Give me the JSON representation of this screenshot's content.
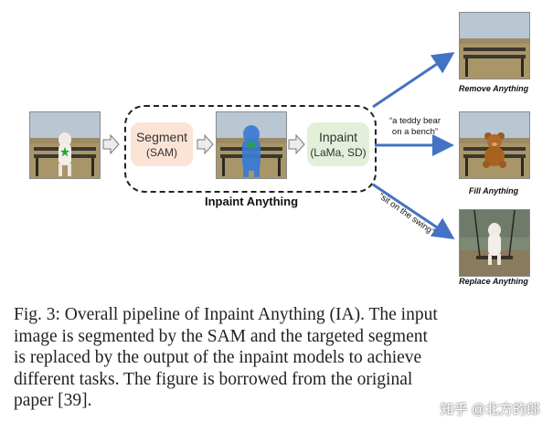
{
  "diagram": {
    "segment_box": {
      "title": "Segment",
      "subtitle": "(SAM)"
    },
    "inpaint_box": {
      "title": "Inpaint",
      "subtitle": "(LaMa, SD)"
    },
    "group_label": "Inpaint Anything",
    "outputs": [
      {
        "label": "Remove Anything",
        "prompt": ""
      },
      {
        "label": "Fill Anything",
        "prompt_line1": "“a teddy bear",
        "prompt_line2": "on a bench”"
      },
      {
        "label": "Replace Anything",
        "prompt": "“sit on the swing”"
      }
    ],
    "colors": {
      "segment_fill": "#fbe3d6",
      "inpaint_fill": "#e2f0d9",
      "arrow_blue": "#4472c4",
      "mask_blue": "#3a7bd5",
      "point_green": "#1fa83a"
    }
  },
  "caption": {
    "lines": [
      "Fig. 3: Overall pipeline of Inpaint Anything (IA). The input",
      "image is segmented by the SAM and the targeted segment",
      "is replaced by the output of the inpaint models to achieve",
      "different tasks. The figure is borrowed from the original",
      "paper [39]."
    ]
  },
  "watermark": "知乎 @北方的郎"
}
